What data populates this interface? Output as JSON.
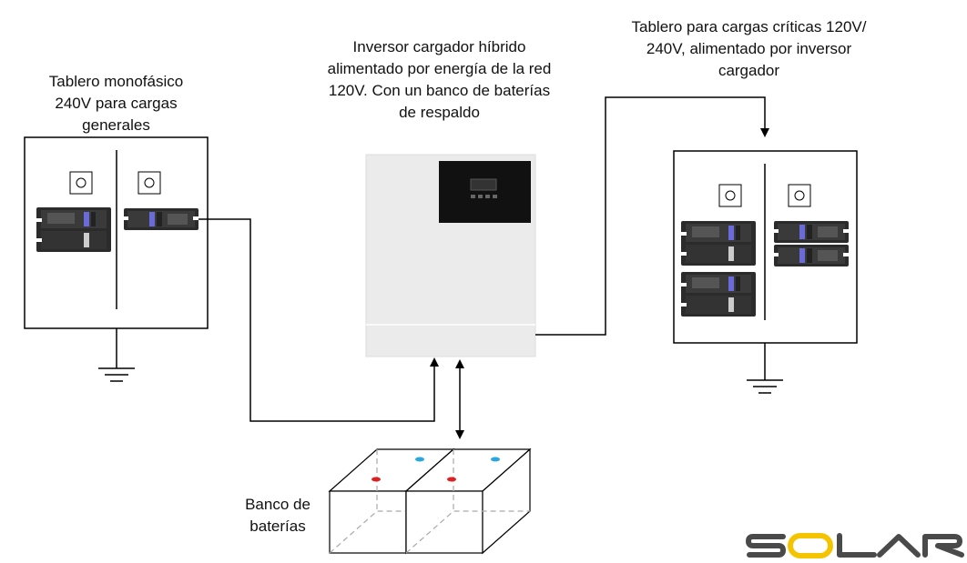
{
  "labels": {
    "general_panel": [
      "Tablero monofásico",
      "240V para cargas",
      "generales"
    ],
    "inverter": [
      "Inversor cargador híbrido",
      "alimentado por energía de la red",
      "120V.  Con un banco de baterías",
      "de respaldo"
    ],
    "critical_panel": [
      "Tablero para cargas críticas 120V/",
      "240V, alimentado por inversor",
      "cargador"
    ],
    "battery_bank": [
      "Banco de",
      "baterías"
    ]
  },
  "logo": {
    "text": "SOLAR",
    "accent_color": "#F5C400",
    "text_color": "#4a4a4a"
  },
  "colors": {
    "positive_terminal": "#e02020",
    "negative_terminal": "#29a8e0",
    "inverter_body": "#ebebeb",
    "inverter_display": "#111111"
  }
}
